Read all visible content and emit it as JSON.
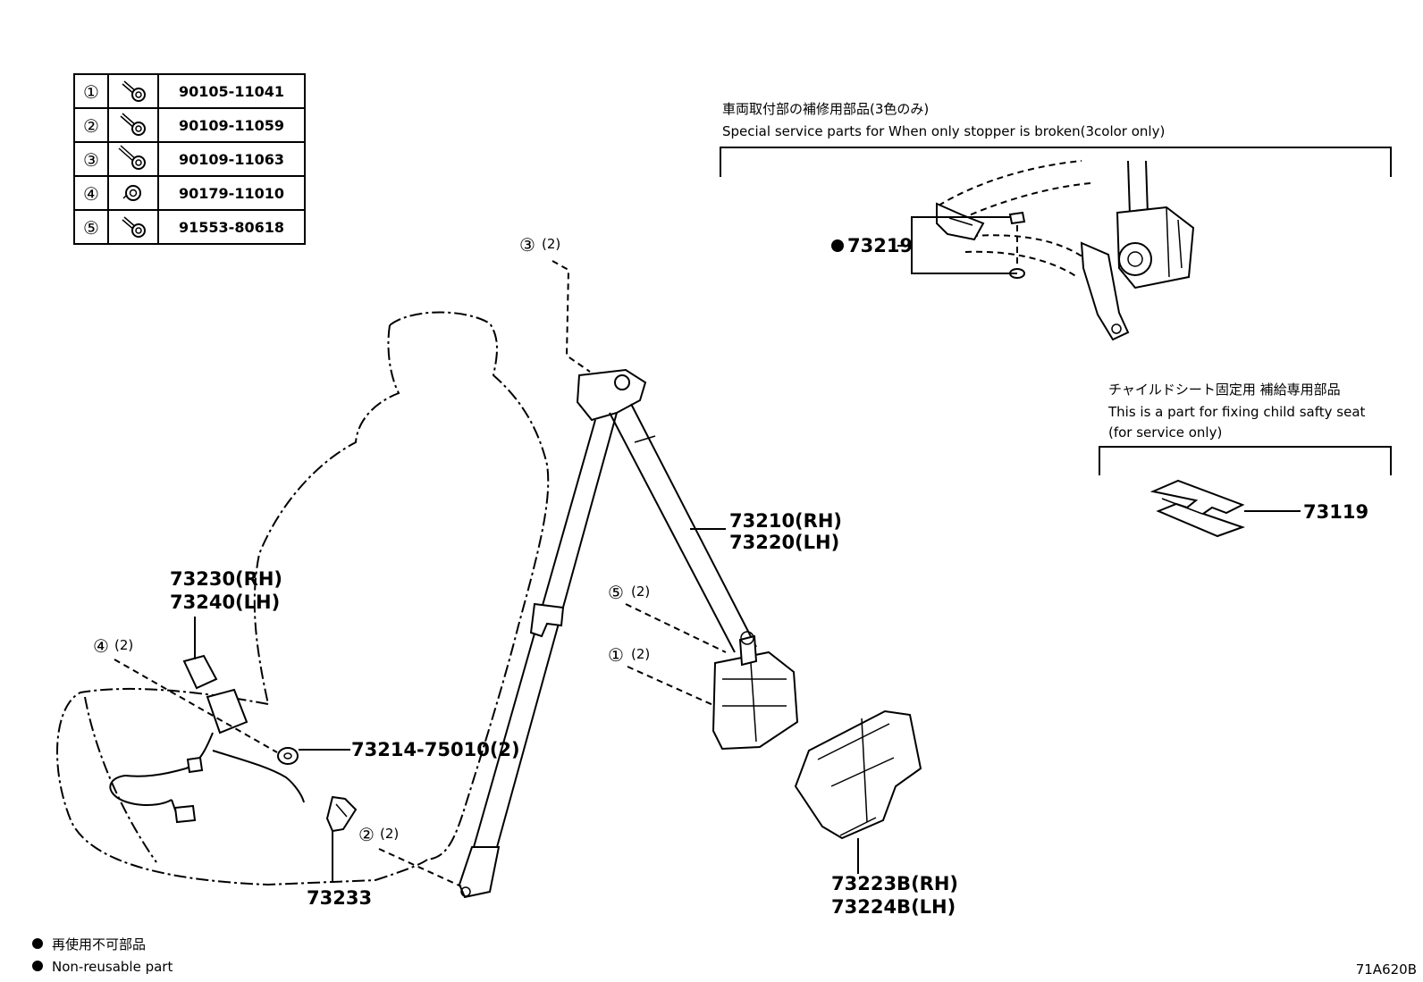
{
  "fastener_table": [
    {
      "ref": "①",
      "part_no": "90105-11041",
      "icon": "bolt-flange-icon"
    },
    {
      "ref": "②",
      "part_no": "90109-11059",
      "icon": "bolt-flange-icon"
    },
    {
      "ref": "③",
      "part_no": "90109-11063",
      "icon": "bolt-flange-icon"
    },
    {
      "ref": "④",
      "part_no": "90179-11010",
      "icon": "nut-icon"
    },
    {
      "ref": "⑤",
      "part_no": "91553-80618",
      "icon": "bolt-flange-icon"
    }
  ],
  "service_box_stopper": {
    "title_jp": "車両取付部の補修用部品(3色のみ)",
    "title_en": "Special service parts for When only stopper is broken(3color only)",
    "part": "73219",
    "part_marker": "●"
  },
  "service_box_child_seat": {
    "title_jp": "チャイルドシート固定用 補給専用部品",
    "title_en_line1": "This is a part for fixing child safty seat",
    "title_en_line2": "(for service only)",
    "part": "73119"
  },
  "callouts": {
    "c3": {
      "ref": "③",
      "qty": "(2)"
    },
    "c5": {
      "ref": "⑤",
      "qty": "(2)"
    },
    "c1": {
      "ref": "①",
      "qty": "(2)"
    },
    "c4": {
      "ref": "④",
      "qty": "(2)"
    },
    "c2": {
      "ref": "②",
      "qty": "(2)"
    }
  },
  "part_labels": {
    "belt_rh": "73210(RH)",
    "belt_lh": "73220(LH)",
    "buckle_rh": "73230(RH)",
    "buckle_lh": "73240(LH)",
    "nut_part": "73214-75010(2)",
    "cover": "73233",
    "cover_b_rh": "73223B(RH)",
    "cover_b_lh": "73224B(LH)"
  },
  "legend": {
    "marker": "●",
    "text_jp": "再使用不可部品",
    "text_en": "Non-reusable part"
  },
  "figure_code": "71A620B"
}
